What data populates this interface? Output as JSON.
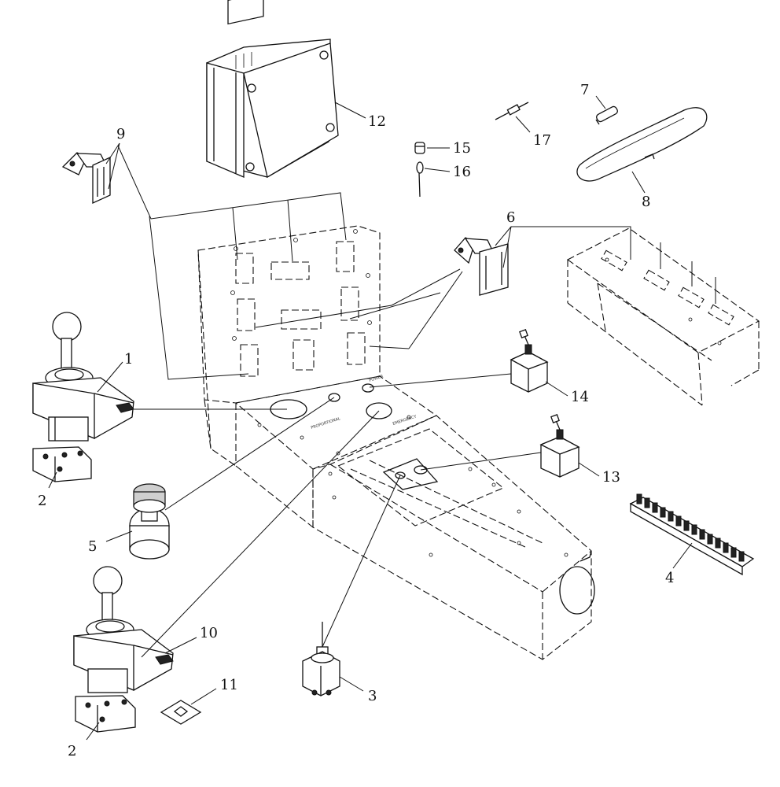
{
  "diagram": {
    "callouts": [
      {
        "id": "1",
        "label": "1"
      },
      {
        "id": "2a",
        "label": "2"
      },
      {
        "id": "2b",
        "label": "2"
      },
      {
        "id": "3",
        "label": "3"
      },
      {
        "id": "4",
        "label": "4"
      },
      {
        "id": "5",
        "label": "5"
      },
      {
        "id": "6",
        "label": "6"
      },
      {
        "id": "7",
        "label": "7"
      },
      {
        "id": "8",
        "label": "8"
      },
      {
        "id": "9",
        "label": "9"
      },
      {
        "id": "10",
        "label": "10"
      },
      {
        "id": "11",
        "label": "11"
      },
      {
        "id": "12",
        "label": "12"
      },
      {
        "id": "13",
        "label": "13"
      },
      {
        "id": "14",
        "label": "14"
      },
      {
        "id": "15",
        "label": "15"
      },
      {
        "id": "16",
        "label": "16"
      },
      {
        "id": "17",
        "label": "17"
      }
    ]
  }
}
